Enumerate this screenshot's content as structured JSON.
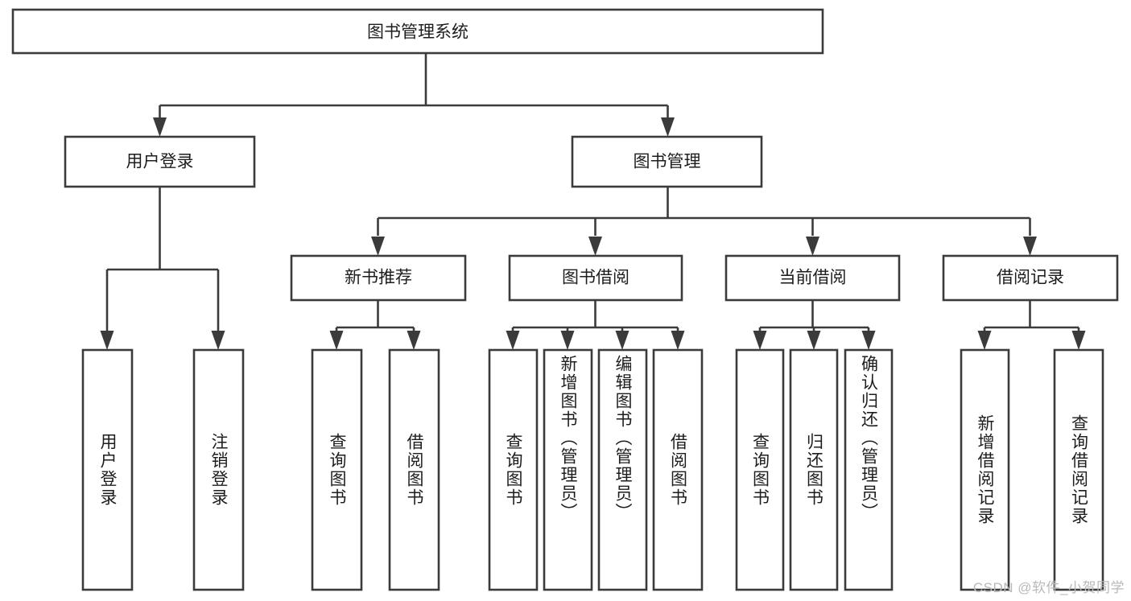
{
  "diagram": {
    "title": "图书管理系统",
    "type": "hierarchy-tree",
    "root": {
      "id": "root",
      "label": "图书管理系统",
      "orientation": "horizontal"
    },
    "level2": [
      {
        "id": "user-login",
        "label": "用户登录",
        "orientation": "horizontal"
      },
      {
        "id": "book-manage",
        "label": "图书管理",
        "orientation": "horizontal"
      }
    ],
    "level3": [
      {
        "id": "new-book-recommend",
        "label": "新书推荐",
        "orientation": "horizontal",
        "parent": "book-manage"
      },
      {
        "id": "book-borrow",
        "label": "图书借阅",
        "orientation": "horizontal",
        "parent": "book-manage"
      },
      {
        "id": "current-borrow",
        "label": "当前借阅",
        "orientation": "horizontal",
        "parent": "book-manage"
      },
      {
        "id": "borrow-record",
        "label": "借阅记录",
        "orientation": "horizontal",
        "parent": "book-manage"
      }
    ],
    "leaves": [
      {
        "id": "leaf-user-login",
        "label": "用户登录",
        "parent": "user-login",
        "orientation": "vertical"
      },
      {
        "id": "leaf-logout-login",
        "label": "注销登录",
        "parent": "user-login",
        "orientation": "vertical"
      },
      {
        "id": "leaf-query-book-1",
        "label": "查询图书",
        "parent": "new-book-recommend",
        "orientation": "vertical"
      },
      {
        "id": "leaf-borrow-book-1",
        "label": "借阅图书",
        "parent": "new-book-recommend",
        "orientation": "vertical"
      },
      {
        "id": "leaf-query-book-2",
        "label": "查询图书",
        "parent": "book-borrow",
        "orientation": "vertical"
      },
      {
        "id": "leaf-add-book",
        "label": "新增图书（管理员）",
        "parent": "book-borrow",
        "orientation": "vertical"
      },
      {
        "id": "leaf-edit-book",
        "label": "编辑图书（管理员）",
        "parent": "book-borrow",
        "orientation": "vertical"
      },
      {
        "id": "leaf-borrow-book-2",
        "label": "借阅图书",
        "parent": "book-borrow",
        "orientation": "vertical"
      },
      {
        "id": "leaf-query-book-3",
        "label": "查询图书",
        "parent": "current-borrow",
        "orientation": "vertical"
      },
      {
        "id": "leaf-return-book",
        "label": "归还图书",
        "parent": "current-borrow",
        "orientation": "vertical"
      },
      {
        "id": "leaf-confirm-return",
        "label": "确认归还（管理员）",
        "parent": "current-borrow",
        "orientation": "vertical"
      },
      {
        "id": "leaf-add-record",
        "label": "新增借阅记录",
        "parent": "borrow-record",
        "orientation": "vertical"
      },
      {
        "id": "leaf-query-record",
        "label": "查询借阅记录",
        "parent": "borrow-record",
        "orientation": "vertical"
      }
    ],
    "colors": {
      "stroke": "#3b3b3b",
      "fill": "#ffffff",
      "text": "#1d1d1d",
      "watermark": "#b9b9b9",
      "background": "#ffffff"
    }
  },
  "watermark": {
    "text": "CSDN @软件_小贺同学"
  }
}
